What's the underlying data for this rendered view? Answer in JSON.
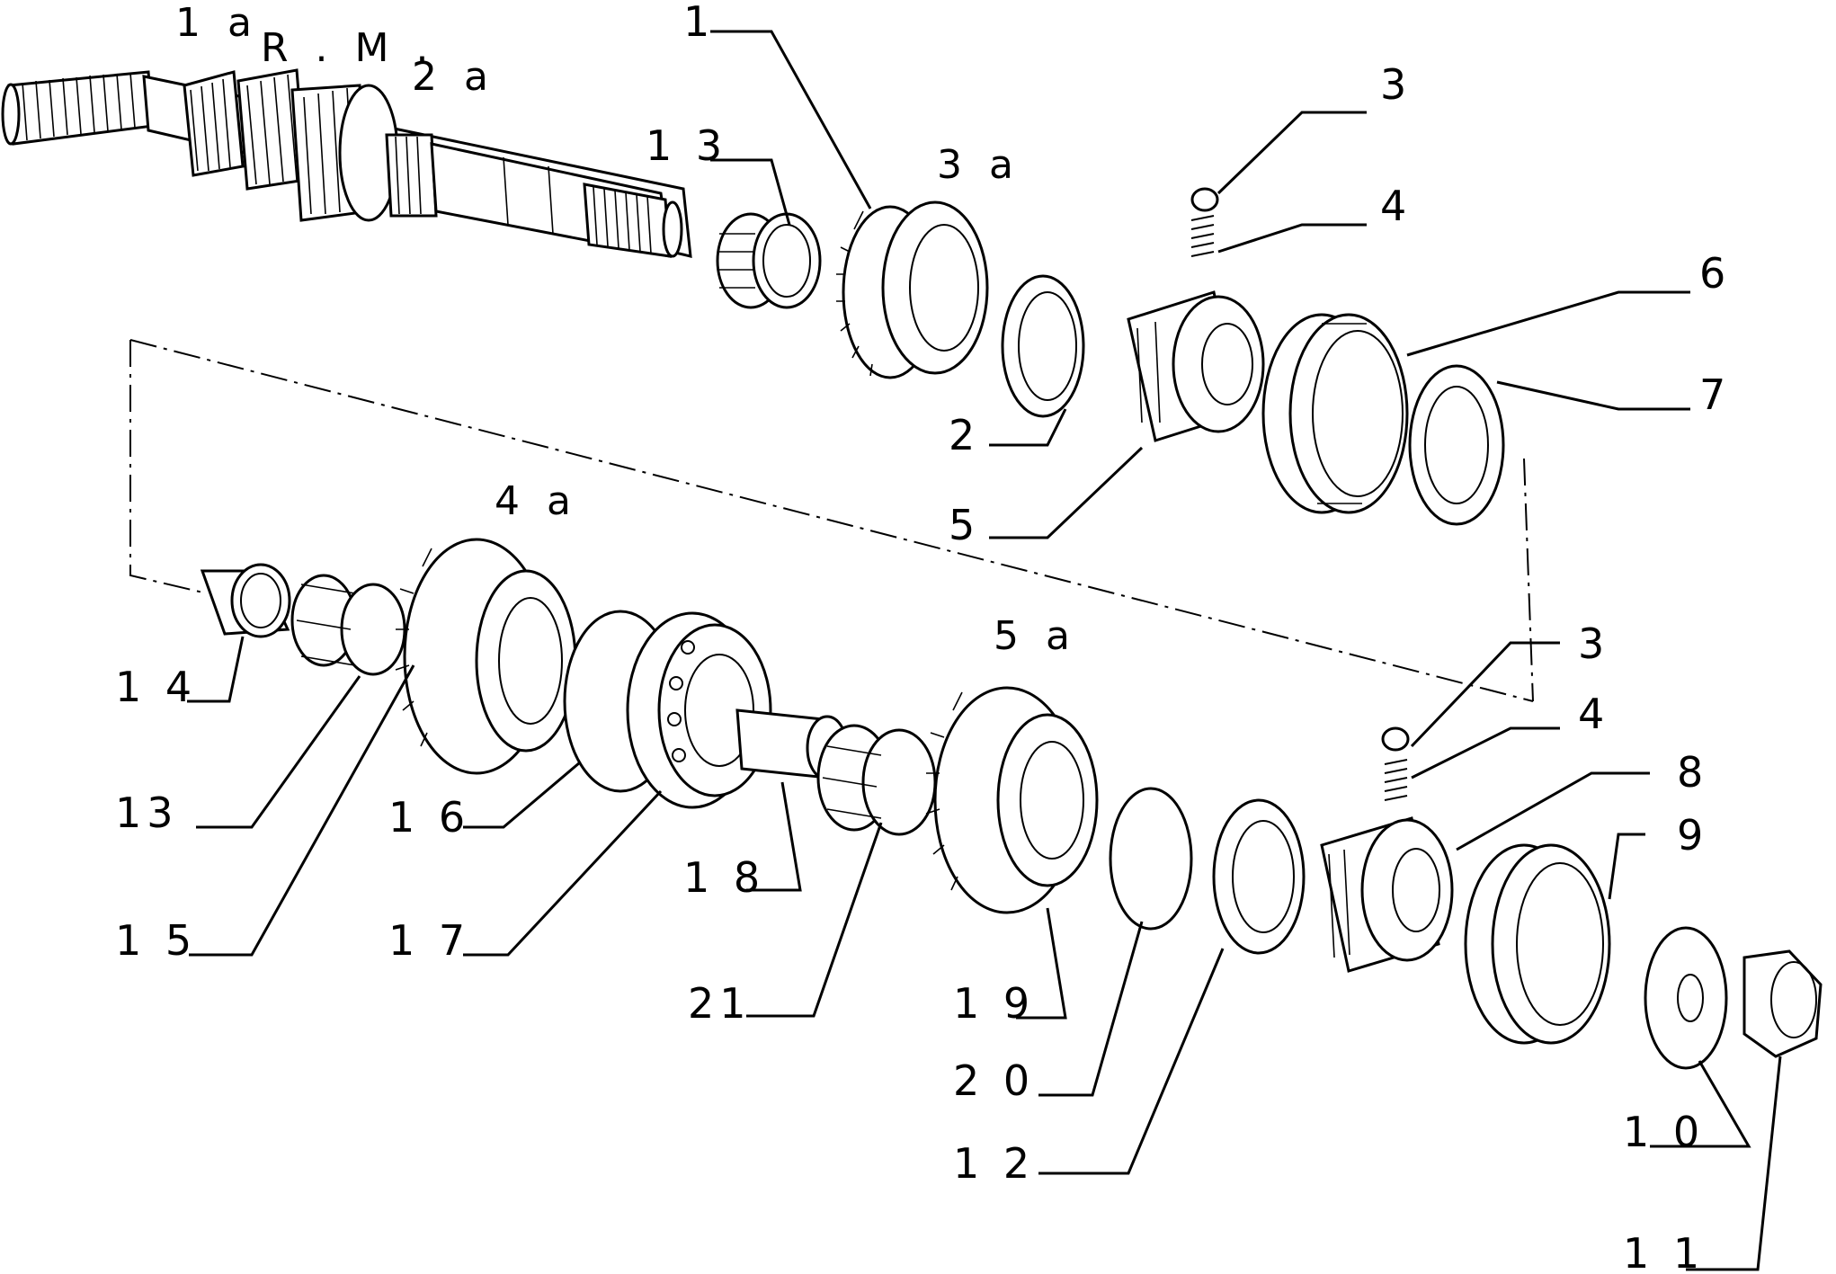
{
  "gear_labels": {
    "first": "1 a",
    "reverse": "R . M .",
    "second": "2 a",
    "third": "3 a",
    "fourth": "4 a",
    "fifth": "5 a"
  },
  "callouts": {
    "c1": "1",
    "c2": "2",
    "c3_top": "3",
    "c4_top": "4",
    "c5": "5",
    "c6": "6",
    "c7": "7",
    "c13_top": "1 3",
    "c14": "1 4",
    "c13_bottom": "13",
    "c15": "1 5",
    "c16": "1 6",
    "c17": "1 7",
    "c18": "1 8",
    "c21": "21",
    "c19": "1 9",
    "c20": "2 0",
    "c12": "1 2",
    "c3_bottom": "3",
    "c4_bottom": "4",
    "c8": "8",
    "c9": "9",
    "c10": "1 0",
    "c11": "1 1"
  }
}
